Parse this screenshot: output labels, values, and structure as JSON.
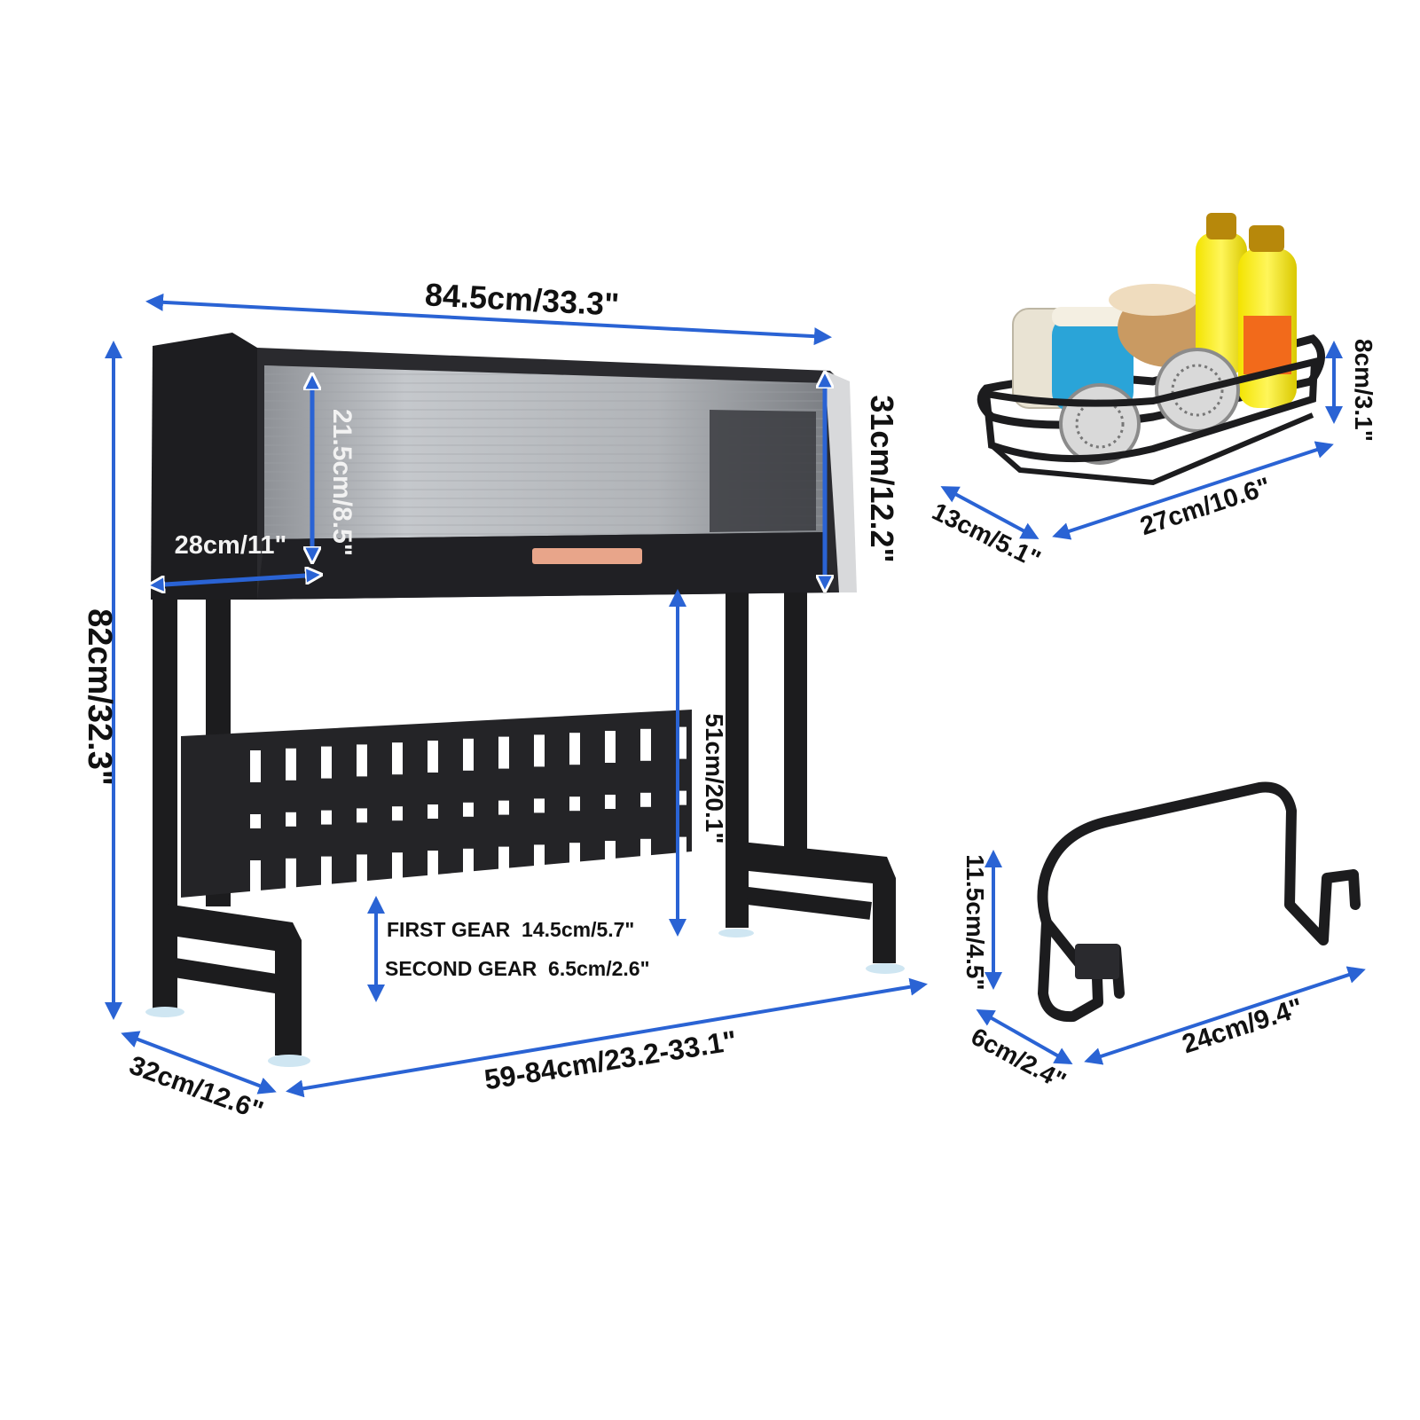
{
  "colors": {
    "arrow": "#2a63d4",
    "frame": "#1c1c1e",
    "panel": "#242427",
    "glass": "#b9bcc0",
    "handle": "#e8a58a",
    "foot": "#cfe6f2"
  },
  "rack": {
    "overall_width": "84.5cm/33.3\"",
    "overall_height": "82cm/32.3\"",
    "cabinet_height": "31cm/12.2\"",
    "door_height": "21.5cm/8.5\"",
    "cabinet_depth": "28cm/11\"",
    "clearance_height": "51cm/20.1\"",
    "base_depth": "32cm/12.6\"",
    "extendable_width": "59-84cm/23.2-33.1\"",
    "first_gear": "FIRST GEAR  14.5cm/5.7\"",
    "second_gear": "SECOND GEAR  6.5cm/2.6\""
  },
  "basket": {
    "height": "8cm/3.1\"",
    "depth": "13cm/5.1\"",
    "width": "27cm/10.6\""
  },
  "hook": {
    "height": "11.5cm/4.5\"",
    "depth": "6cm/2.4\"",
    "width": "24cm/9.4\""
  },
  "icons": [
    "dish-rack-illustration",
    "sponge-basket-illustration",
    "cutting-board-hook-illustration",
    "dimension-arrow-icon"
  ]
}
